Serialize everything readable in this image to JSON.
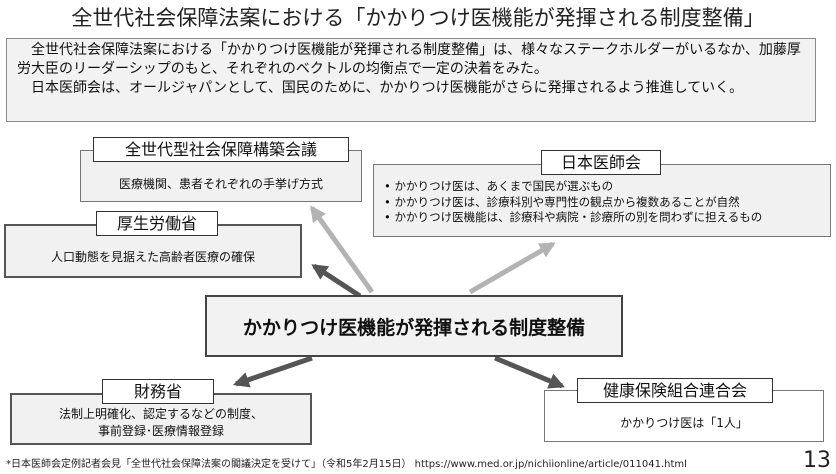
{
  "title": "全世代社会保障法案における「かかりつけ医機能が発揮される制度整備」",
  "summary": {
    "paragraph1": "全世代社会保障法案における「かかりつけ医機能が発揮される制度整備」は、様々なステークホルダーがいるなか、加藤厚労大臣のリーダーシップのもと、それぞれのベクトルの均衡点で一定の決着をみた。",
    "paragraph2": "日本医師会は、オールジャパンとして、国民のために、かかりつけ医機能がさらに発揮されるよう推進していく。"
  },
  "center": {
    "text": "かかりつけ医機能が発揮される制度整備"
  },
  "nodes": {
    "zensedai": {
      "label": "全世代型社会保障構築会議",
      "text": "医療機関、患者それぞれの手挙げ方式"
    },
    "koroshou": {
      "label": "厚生労働省",
      "text": "人口動態を見据えた高齢者医療の確保"
    },
    "ishikai": {
      "label": "日本医師会",
      "bullets": [
        "かかりつけ医は、あくまで国民が選ぶもの",
        "かかりつけ医は、診療科別や専門性の観点から複数あることが自然",
        "かかりつけ医機能は、診療科や病院・診療所の別を問わずに担えるもの"
      ]
    },
    "zaimusho": {
      "label": "財務省",
      "text_line1": "法制上明確化、認定するなどの制度、",
      "text_line2": "事前登録･医療情報登録"
    },
    "kenpo": {
      "label": "健康保険組合連合会",
      "text": "かかりつけ医は「1人」"
    }
  },
  "footnote": "*日本医師会定例記者会見「全世代社会保障法案の閣議決定を受けて」（令和5年2月15日）  https://www.med.or.jp/nichiionline/article/011041.html",
  "page_number": "13",
  "colors": {
    "arrow_light": "#b3b3b3",
    "arrow_dark": "#555555",
    "box_fill": "#f1f1f1"
  }
}
